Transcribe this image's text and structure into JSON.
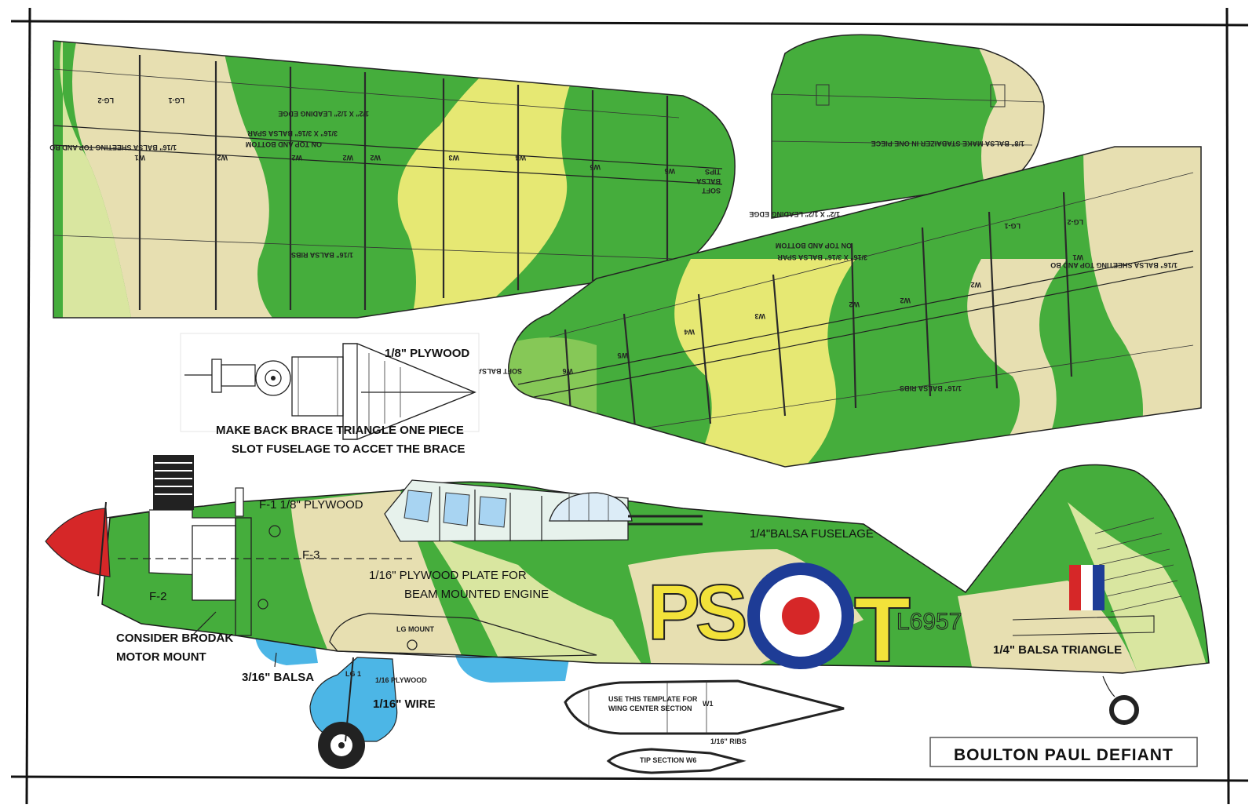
{
  "title": "BOULTON PAUL DEFIANT",
  "colors": {
    "green": "#45ad3c",
    "light_green": "#86c857",
    "sand": "#e7dfb1",
    "yellow": "#e6e873",
    "red": "#d62728",
    "blue": "#1e3c96",
    "light_blue": "#4cb6e6",
    "code_yellow": "#f2e23a"
  },
  "top_wing_panel": {
    "leading_edge": "1/2\" X 1/2\" LEADING EDGE",
    "spar": "3/16\" X 3/16\" BALSA SPAR",
    "spar_note": "ON TOP AND BOTTOM",
    "sheeting": "1/16\" BALSA SHEETING TOP AND BO",
    "ribs": "1/16\" BALSA RIBS",
    "tips_1": "SOFT",
    "tips_2": "BALSA",
    "tips_3": "TIPS",
    "rib_labels": [
      "W1",
      "W2",
      "W2",
      "W2",
      "W2",
      "W3",
      "W4",
      "W5",
      "W6"
    ],
    "lg_labels": [
      "LG-2",
      "LG-1"
    ]
  },
  "stabilizer": {
    "note": "1/8\" BALSA MAKE STABAIZER IN ONE PIECE"
  },
  "right_wing_panel": {
    "leading_edge": "1/2\" X 1/2\" LEADING EDGE",
    "spar": "3/16\" X 3/16\" BALSA SPAR",
    "spar_note": "ON TOP AND BOTTOM",
    "sheeting": "1/16\" BALSA SHEETING TOP AND BO",
    "ribs": "1/16\" BALSA RIBS",
    "tips": "SOFT BALSA TIPS",
    "rib_labels": [
      "W1",
      "W2",
      "W2",
      "W2",
      "W3",
      "W4",
      "W5",
      "W6"
    ],
    "lg_labels": [
      "LG-1",
      "LG-2"
    ]
  },
  "engine_detail": {
    "plywood": "1/8\" PLYWOOD",
    "note_line1": "MAKE BACK BRACE TRIANGLE ONE PIECE",
    "note_line2": "SLOT FUSELAGE TO ACCET THE BRACE"
  },
  "fuselage": {
    "f1": "F-1  1/8\" PLYWOOD",
    "f2": "F-2",
    "f3": "F-3",
    "balsa_fuselage": "1/4\"BALSA FUSELAGE",
    "plywood_plate_1": "1/16\"  PLYWOOD  PLATE FOR",
    "plywood_plate_2": "BEAM MOUNTED ENGINE",
    "brodak_1": "CONSIDER BRODAK",
    "brodak_2": "MOTOR  MOUNT",
    "balsa_316": "3/16\" BALSA",
    "lg_mount": "LG MOUNT",
    "lg1": "LG 1",
    "plywood_116": "1/16 PLYWOOD",
    "wire": "1/16\" WIRE",
    "balsa_triangle": "1/4\" BALSA TRIANGLE",
    "code_letters": "PS",
    "code_letter_t": "T",
    "serial": "L6957"
  },
  "airfoil": {
    "template_1": "USE THIS TEMPLATE FOR",
    "template_2": "WING CENTER SECTION",
    "w1": "W1",
    "ribs": "1/16\" RIBS",
    "tip_section": "TIP SECTION W6"
  }
}
